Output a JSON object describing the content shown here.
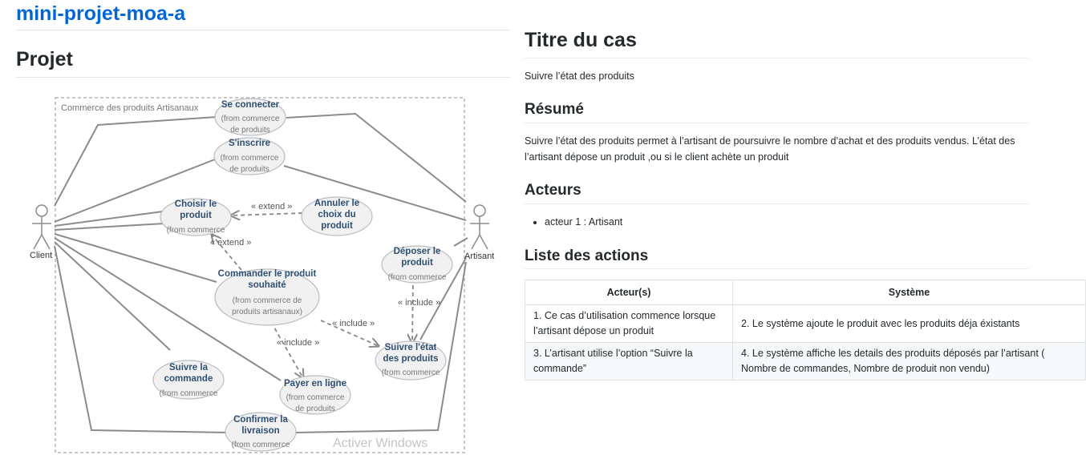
{
  "repo": {
    "title": "mini-projet-moa-a"
  },
  "left": {
    "heading": "Projet"
  },
  "diagram": {
    "system_label": "Commerce des produits Artisanaux",
    "actors": {
      "client": "Client",
      "artisan": "Artisant"
    },
    "use_cases": {
      "se_connecter": {
        "t1": "Se connecter",
        "s1": "(from commerce",
        "s2": "de produits"
      },
      "s_inscrire": {
        "t1": "S'inscrire",
        "s1": "(from commerce",
        "s2": "de produits"
      },
      "choisir": {
        "t1": "Choisir le",
        "t2": "produit",
        "s1": "(from commerce"
      },
      "annuler": {
        "t1": "Annuler le",
        "t2": "choix du",
        "t3": "produit"
      },
      "commander": {
        "t1": "Commander le produit",
        "t2": "souhaité",
        "s1": "(from commerce de",
        "s2": "produits artisanaux)"
      },
      "deposer": {
        "t1": "Déposer le",
        "t2": "produit",
        "s1": "(from commerce"
      },
      "suivre_etat": {
        "t1": "Suivre l'état",
        "t2": "des produits",
        "s1": "(from commerce"
      },
      "suivre_commande": {
        "t1": "Suivre la",
        "t2": "commande",
        "s1": "(from commerce"
      },
      "payer": {
        "t1": "Payer en ligne",
        "s1": "(from commerce",
        "s2": "de produits"
      },
      "confirmer": {
        "t1": "Confirmer la",
        "t2": "livraison",
        "s1": "(from commerce"
      }
    },
    "stereotypes": {
      "extend1": "« extend »",
      "extend2": "« extend »",
      "include1": "« include »",
      "include2": "« include »",
      "include3": "« include »"
    },
    "watermark": "Activer Windows"
  },
  "right": {
    "title": "Titre du cas",
    "title_text": "Suivre l’état des produits",
    "resume_heading": "Résumé",
    "resume_line1": "Suivre l’état des produits permet à l’artisant de poursuivre le nombre d’achat et des produits vendus. L’état des",
    "resume_line2": "l’artisant dépose un produit ,ou si le client achète un produit",
    "acteurs_heading": "Acteurs",
    "acteurs": [
      "acteur 1 : Artisant"
    ],
    "actions_heading": "Liste des actions",
    "table": {
      "headers": [
        "Acteur(s)",
        "Système"
      ],
      "rows": [
        {
          "a1": "1. Ce cas d’utilisation commence lorsque",
          "a2": "l’artisant dépose un produit",
          "s1": "2. Le système ajoute le produit avec les produits déja éxistants",
          "s2": ""
        },
        {
          "a1": "3. L’artisant utilise l’option “Suivre la",
          "a2": "commande”",
          "s1": "4. Le système affiche les details des produits déposés par l’artisant (",
          "s2": "Nombre de commandes, Nombre de produit non vendu)"
        }
      ]
    }
  }
}
